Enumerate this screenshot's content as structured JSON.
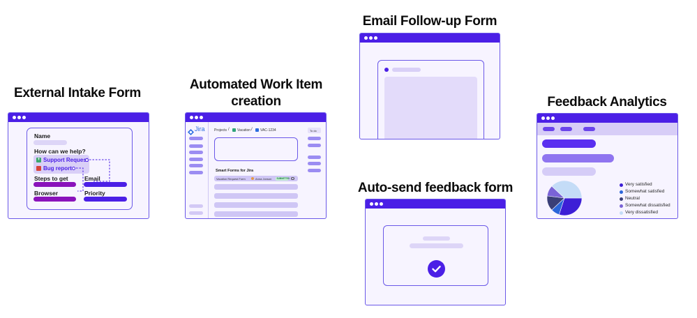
{
  "titles": {
    "intake": "External Intake Form",
    "automated": "Automated Work Item creation",
    "email": "Email Follow-up Form",
    "autosend": "Auto-send feedback form",
    "analytics": "Feedback Analytics"
  },
  "intake_form": {
    "name_label": "Name",
    "help_label": "How can we help?",
    "option_support": "Support Request",
    "option_bug": "Bug report",
    "steps_label": "Steps to get",
    "email_label": "Email",
    "browser_label": "Browser",
    "priority_label": "Priority"
  },
  "jira": {
    "logo_text": "Jira",
    "breadcrumb_projects": "Projects",
    "breadcrumb_sep": "/",
    "breadcrumb_project": "Vacation",
    "breadcrumb_issue": "VAC-1234",
    "status_button": "To do",
    "smart_forms_title": "Smart Forms for Jira",
    "row_form": "Vacation Request Form",
    "row_user": "Anna Jonson",
    "row_status": "SUBMITTED"
  },
  "feedback_analytics": {
    "legend": [
      {
        "label": "Very satisfied",
        "color": "#3d1fd6"
      },
      {
        "label": "Somewhat satisfied",
        "color": "#2b66d9"
      },
      {
        "label": "Neutral",
        "color": "#3a3f78"
      },
      {
        "label": "Somewhat dissatisfied",
        "color": "#7a63d6"
      },
      {
        "label": "Very dissatisfied",
        "color": "#c4dcf7"
      }
    ],
    "pie_shares": [
      0.3,
      0.08,
      0.14,
      0.1,
      0.38
    ]
  },
  "colors": {
    "accent": "#4b1fe6",
    "window_bg": "#f7f4ff",
    "placeholder": "#d9d0f7"
  }
}
